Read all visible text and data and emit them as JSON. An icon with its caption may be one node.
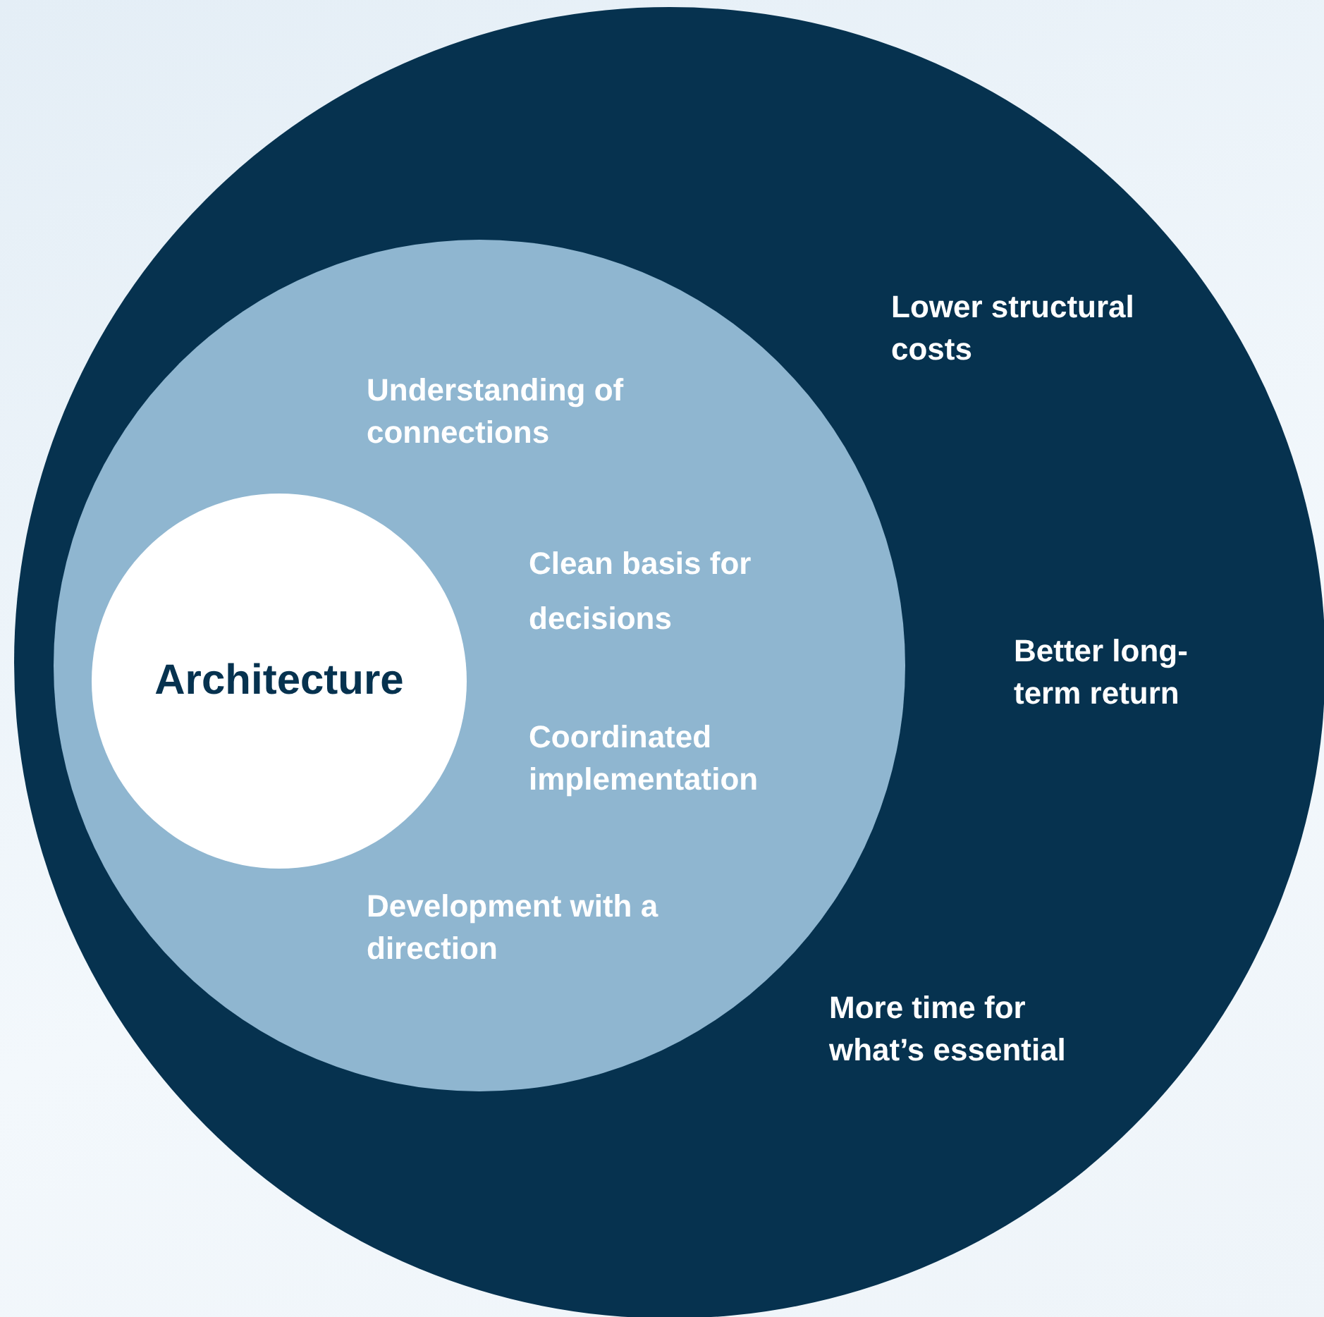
{
  "diagram": {
    "nodes": [
      {
        "text": [
          "Lower structural costs",
          "Better long-term return",
          "More time for what’s essential"
        ]
      },
      {
        "text": [
          "Understanding of connections",
          "Clean basis for decisions",
          "Coordinated implementation",
          "Development with a direction"
        ],
        "in": 0
      },
      {
        "text": [
          "Architecture"
        ],
        "in": 1
      }
    ],
    "edges": []
  }
}
